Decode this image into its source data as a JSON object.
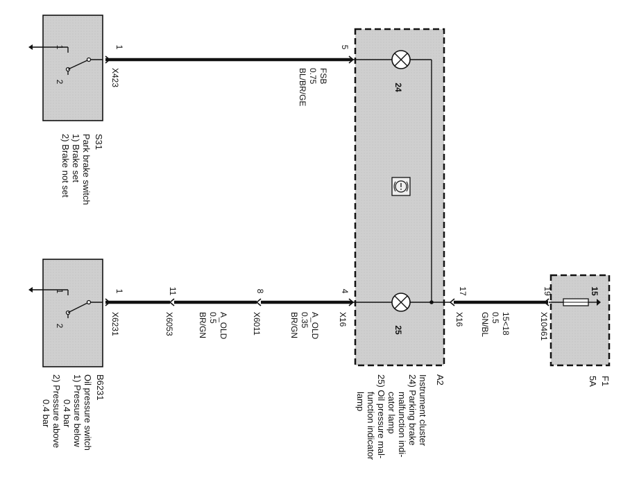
{
  "components": {
    "s31": {
      "id": "S31",
      "title": "Park brake switch",
      "legend": [
        "1) Brake set",
        "2) Brake not set"
      ],
      "pin1": "1",
      "pin2": "2"
    },
    "b6231": {
      "id": "B6231",
      "title": "Oil pressure switch",
      "legend": [
        "1) Pressure below",
        "0.4 bar",
        "2) Pressure above",
        "0.4 bar"
      ],
      "pin1": "1",
      "pin2": "2"
    },
    "a2": {
      "id": "A2",
      "title": "Instrument cluster",
      "legend": [
        "24) Parking brake",
        "malfunction indi-",
        "cator lamp",
        "25) Oil pressure mal-",
        "function indicator",
        "lamp"
      ],
      "lamp_top": "24",
      "lamp_bottom": "25"
    },
    "f1": {
      "id": "F1",
      "rating": "5A",
      "pin": "15"
    }
  },
  "wire_top": {
    "pin_left": "1",
    "conn_left": "X423",
    "pin_right": "5",
    "label": [
      "FSB",
      "0.75",
      "BL/BR/GE"
    ]
  },
  "wire_bottom": {
    "pins": [
      "1",
      "11",
      "8",
      "4",
      "17",
      "19"
    ],
    "connectors": [
      "X6231",
      "X6053",
      "X6011",
      "X16",
      "X16",
      "X10461"
    ],
    "labels": [
      [
        "A_OLD",
        "0.5",
        "BR/GN"
      ],
      [
        "A_OLD",
        "0.35",
        "BR/GN"
      ],
      [
        "15<18",
        "0.5",
        "GN/BL"
      ]
    ]
  }
}
